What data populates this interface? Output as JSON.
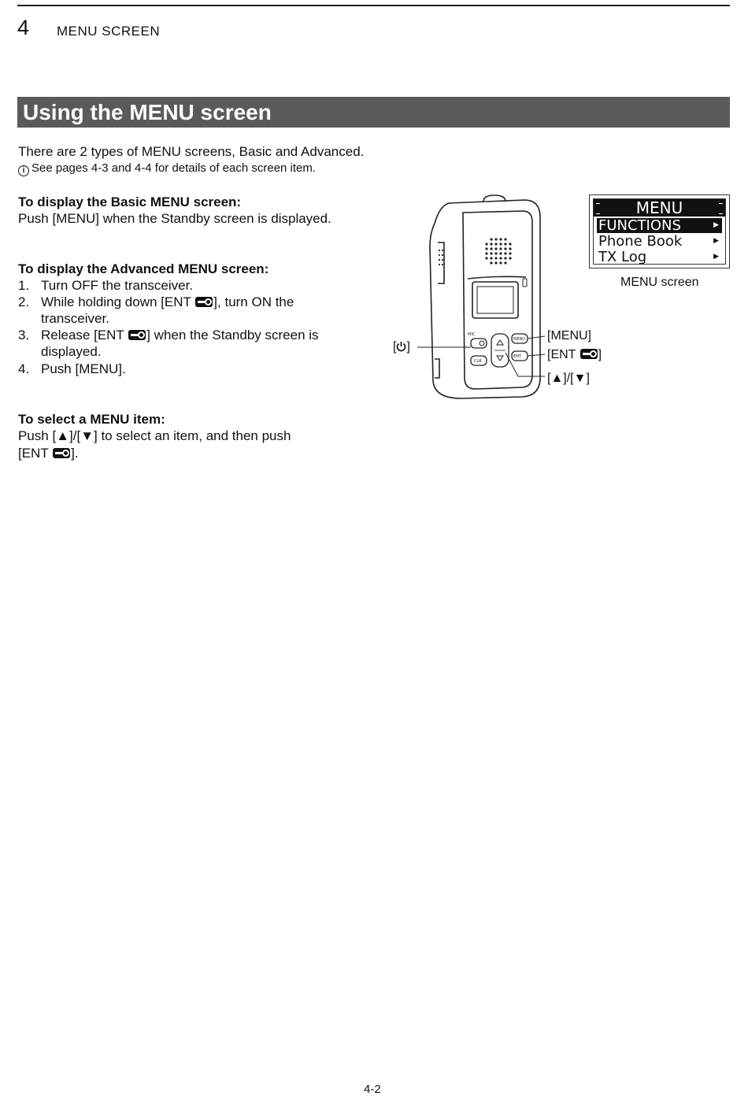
{
  "header": {
    "chapter_number": "4",
    "chapter_title": "MENU SCREEN"
  },
  "section_title": "Using the MENU screen",
  "intro": {
    "line": "There are 2 types of MENU screens, Basic and Advanced.",
    "note": "See pages 4-3 and 4-4 for details of each screen item."
  },
  "basic": {
    "heading": "To display the Basic MENU screen:",
    "text": "Push [MENU] when the Standby screen is displayed."
  },
  "advanced": {
    "heading": "To display the Advanced MENU screen:",
    "steps": [
      {
        "num": "1.",
        "a": "Turn OFF the transceiver."
      },
      {
        "num": "2.",
        "a": "While holding down [ENT ",
        "b": "], turn ON the",
        "c": "transceiver."
      },
      {
        "num": "3.",
        "a": "Release [ENT ",
        "b": "] when the Standby screen is",
        "c": "displayed."
      },
      {
        "num": "4.",
        "a": "Push [MENU]."
      }
    ]
  },
  "select": {
    "heading": "To select a MENU item:",
    "line1": "Push [▲]/[▼] to select an item, and then push",
    "line2a": "[ENT ",
    "line2b": "]."
  },
  "lcd": {
    "title": "MENU",
    "items": [
      "FUNCTIONS",
      "Phone Book",
      "TX Log"
    ],
    "caption": "MENU screen"
  },
  "callouts": {
    "power": "[",
    "power_end": "]",
    "menu": "[MENU]",
    "ent_a": "[ENT ",
    "ent_b": "]",
    "updown": "[▲]/[▼]"
  },
  "device_labels": {
    "mic": "MIC",
    "menu_btn": "MENU",
    "ent_btn": "ENT",
    "clr_btn": "CLR"
  },
  "page_number": "4-2"
}
